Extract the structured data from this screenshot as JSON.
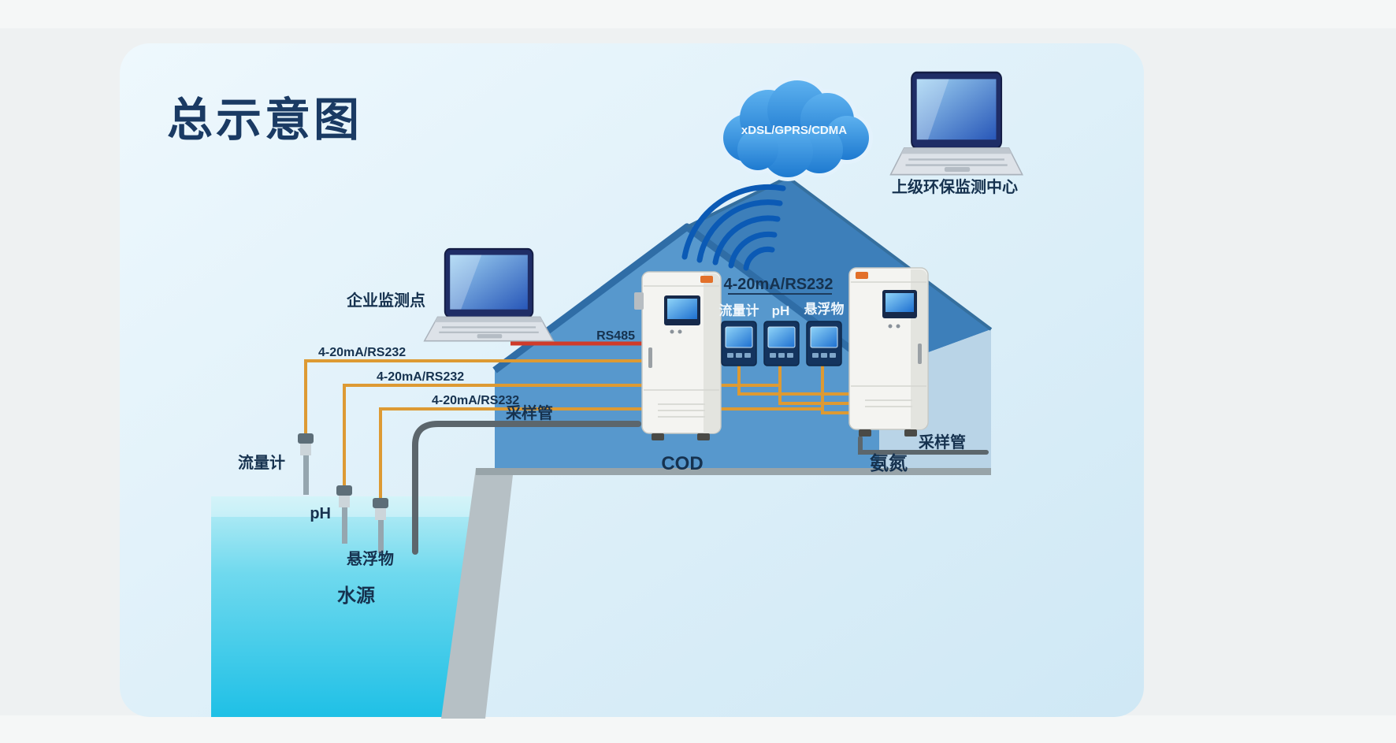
{
  "title": "总示意图",
  "cloud": {
    "label": "xDSL/GPRS/CDMA"
  },
  "nodes": {
    "monitoring_center": "上级环保监测中心",
    "enterprise_point": "企业监测点",
    "cod_analyzer": "COD",
    "ammonia_analyzer": "氨氮",
    "water_source": "水源"
  },
  "sensors": {
    "flow_meter": "流量计",
    "ph": "pH",
    "suspended_solids": "悬浮物"
  },
  "monitors": {
    "flow_meter": "流量计",
    "ph": "pH",
    "suspended_solids": "悬浮物"
  },
  "connections": {
    "rs485": "RS485",
    "bus": "4-20mA/RS232",
    "wire1": "4-20mA/RS232",
    "wire2": "4-20mA/RS232",
    "wire3": "4-20mA/RS232",
    "sample_pipe_left": "采样管",
    "sample_pipe_right": "采样管"
  },
  "colors": {
    "panel": "#d9ebf7",
    "house_front": "#5798cd",
    "house_roof": "#3d7fba",
    "house_wall": "#b9d4e7",
    "water": "#2ec6e8",
    "wire": "#dd9a33",
    "rs485_line": "#cf3b2a",
    "cloud": "#2f86db",
    "label_text": "#16324f"
  }
}
